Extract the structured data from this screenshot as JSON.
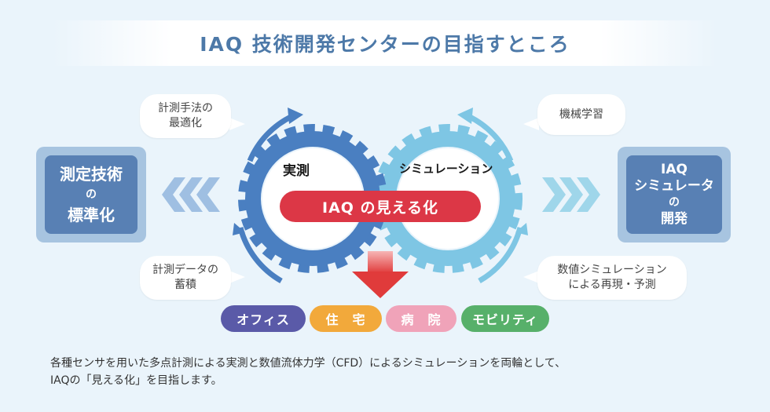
{
  "title": "IAQ 技術開発センターの目指すところ",
  "left_box": {
    "line1": "測定技術",
    "line2": "の",
    "line3": "標準化"
  },
  "right_box": {
    "line1": "IAQ",
    "line2": "シミュレータ",
    "line3": "の",
    "line4": "開発"
  },
  "bubbles": {
    "top_left": {
      "line1": "計測手法の",
      "line2": "最適化"
    },
    "bottom_left": {
      "line1": "計測データの",
      "line2": "蓄積"
    },
    "top_right": {
      "line1": "機械学習"
    },
    "bottom_right": {
      "line1": "数値シミュレーション",
      "line2": "による再現・予測"
    }
  },
  "gear_left_label": "実測",
  "gear_right_label": "シミュレーション",
  "center_banner": "IAQ の見える化",
  "pills": [
    {
      "label": "オフィス",
      "color": "#5a5aa8"
    },
    {
      "label": "住　宅",
      "color": "#f2a93b"
    },
    {
      "label": "病　院",
      "color": "#f0a3b9"
    },
    {
      "label": "モビリティ",
      "color": "#57b06a"
    }
  ],
  "description": {
    "line1": "各種センサを用いた多点計測による実測と数値流体力学（CFD）によるシミュレーションを両輪として、",
    "line2": "IAQの「見える化」を目指します。"
  },
  "colors": {
    "gear_left": "#4a7fc1",
    "gear_right": "#7ec6e4",
    "chevron_left": "#9fbfe2",
    "chevron_right": "#9fd6ea",
    "down_arrow": "#e03b3b"
  }
}
